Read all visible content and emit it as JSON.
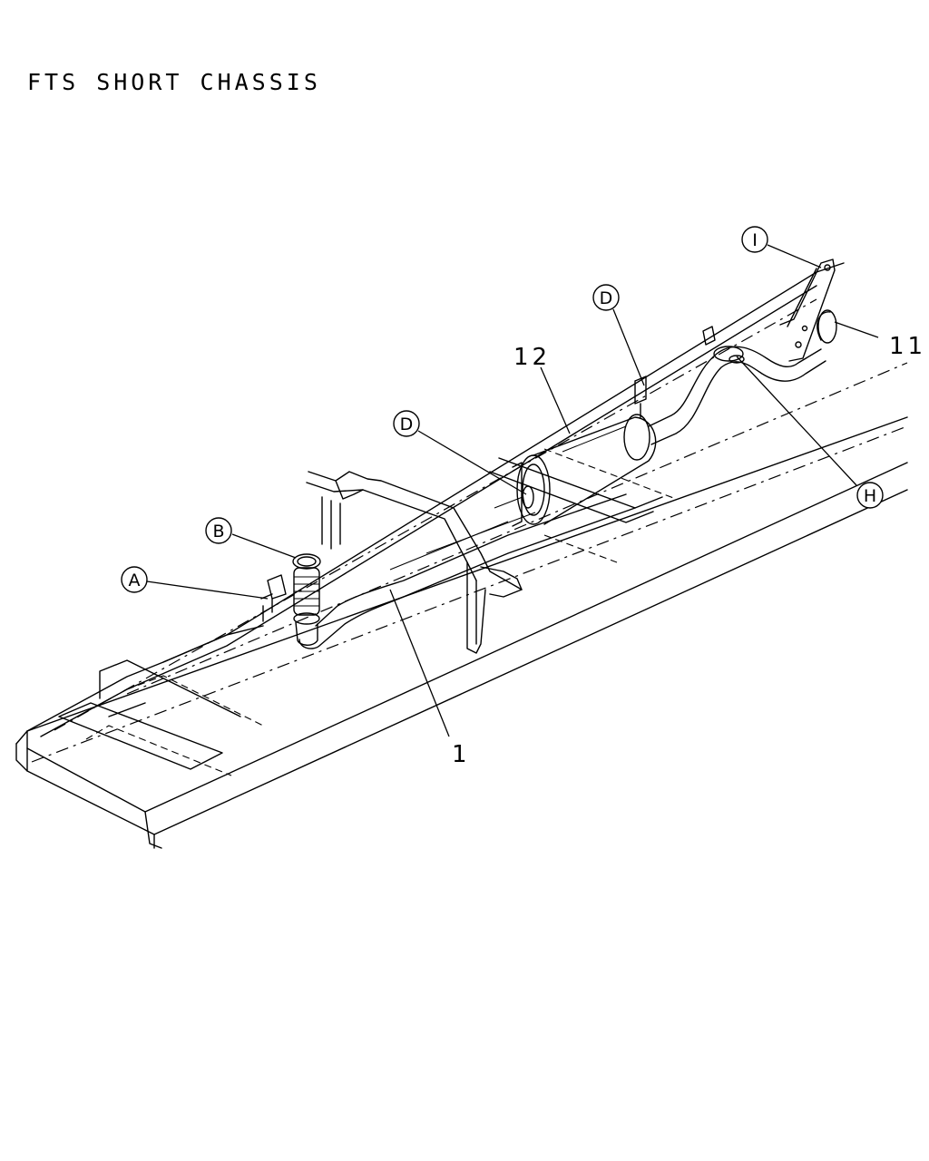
{
  "title": "FTS SHORT CHASSIS",
  "callouts": [
    {
      "label": "A"
    },
    {
      "label": "B"
    },
    {
      "label": "D"
    },
    {
      "label": "D"
    },
    {
      "label": "H"
    },
    {
      "label": "I"
    }
  ],
  "part_numbers": [
    "1",
    "11",
    "12"
  ]
}
